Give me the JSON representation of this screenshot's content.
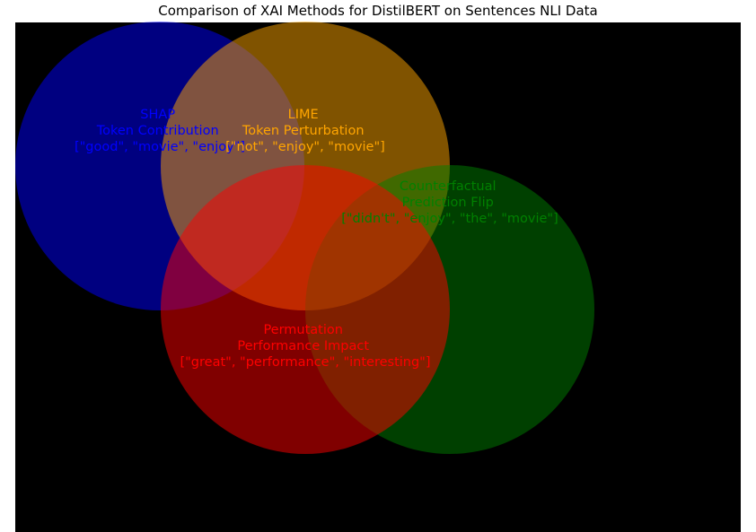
{
  "title": "Comparison of XAI Methods for DistilBERT on Sentences NLI Data",
  "circles": [
    {
      "id": "shap",
      "color": "#0000ff",
      "alpha": 0.5,
      "lines": [
        "SHAP",
        "Token Contribution",
        "[\"good\", \"movie\", \"enjoy\"]"
      ]
    },
    {
      "id": "lime",
      "color": "#ffa500",
      "alpha": 0.5,
      "lines": [
        "LIME",
        "Token Perturbation",
        "[\"not\", \"enjoy\", \"movie\"]"
      ]
    },
    {
      "id": "counterfactual",
      "color": "#008000",
      "alpha": 0.5,
      "lines": [
        "Counterfactual",
        "Prediction Flip",
        "[\"didn't\", \"enjoy\", \"the\", \"movie\"]"
      ]
    },
    {
      "id": "permutation",
      "color": "#ff0000",
      "alpha": 0.5,
      "lines": [
        "Permutation",
        "Performance Impact",
        "[\"great\", \"performance\", \"interesting\"]"
      ]
    }
  ],
  "colors": {
    "plot_background": "#000000",
    "figure_background": "#ffffff"
  }
}
